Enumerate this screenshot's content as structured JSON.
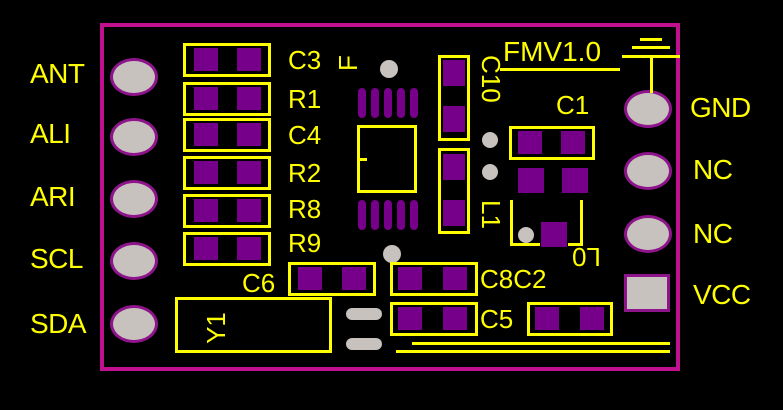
{
  "pins_left": [
    "ANT",
    "ALI",
    "ARI",
    "SCL",
    "SDA"
  ],
  "pins_right": [
    "GND",
    "NC",
    "NC",
    "VCC"
  ],
  "silkscreen": {
    "title": "FMV1.0",
    "c3": "C3",
    "r1": "R1",
    "c4": "C4",
    "r2": "R2",
    "r8": "R8",
    "r9": "R9",
    "c6": "C6",
    "c10": "C10",
    "c1": "C1",
    "l1": "L1",
    "l0": "L0",
    "c8c2": "C8C2",
    "c5": "C5",
    "y1": "Y1",
    "f": "F"
  },
  "colors": {
    "background": "#000000",
    "board_outline": "#c0108f",
    "silkscreen": "#ffff00",
    "pad": "#77008a",
    "through_hole": "#c8c2bf"
  }
}
